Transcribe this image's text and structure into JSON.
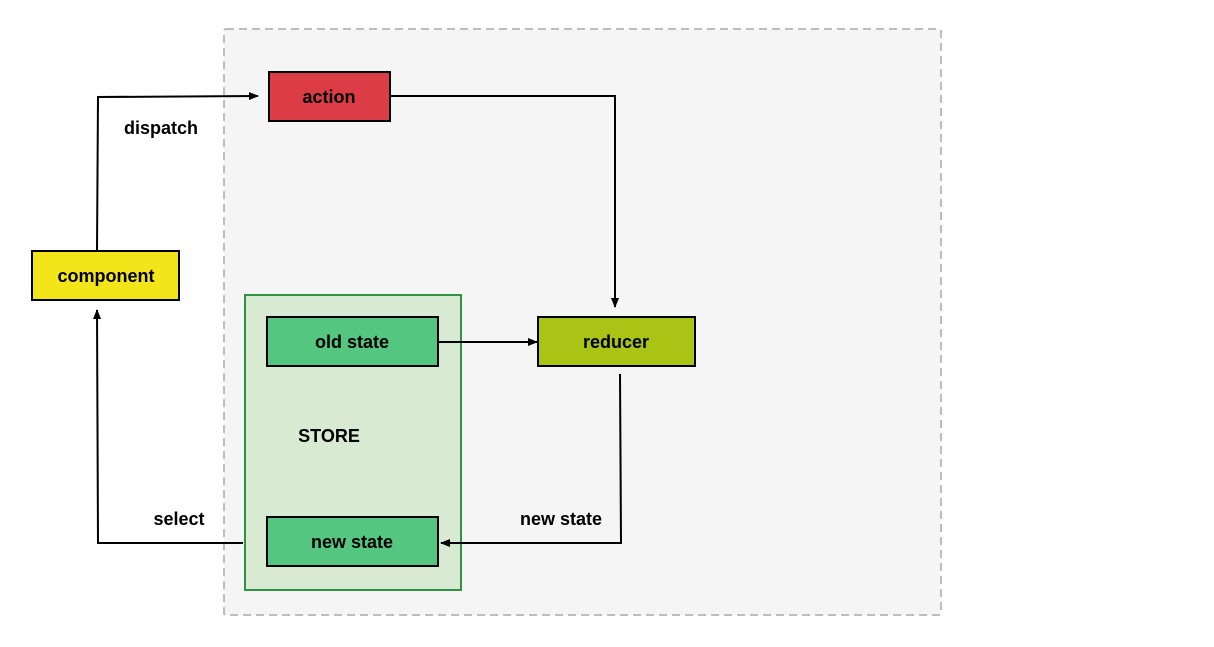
{
  "nodes": {
    "action": {
      "label": "action",
      "fill": "#dc3c45"
    },
    "component": {
      "label": "component",
      "fill": "#f2e519"
    },
    "reducer": {
      "label": "reducer",
      "fill": "#a9c415"
    },
    "old_state": {
      "label": "old state",
      "fill": "#55c680"
    },
    "new_state": {
      "label": "new state",
      "fill": "#55c680"
    }
  },
  "groups": {
    "outer": {
      "fill": "#f5f5f5",
      "border": "#bdbdbd"
    },
    "store": {
      "label": "STORE",
      "fill": "#d9ead3",
      "border": "#2e9442"
    }
  },
  "edges": {
    "dispatch": {
      "label": "dispatch"
    },
    "select": {
      "label": "select"
    },
    "new_state": {
      "label": "new state"
    }
  }
}
